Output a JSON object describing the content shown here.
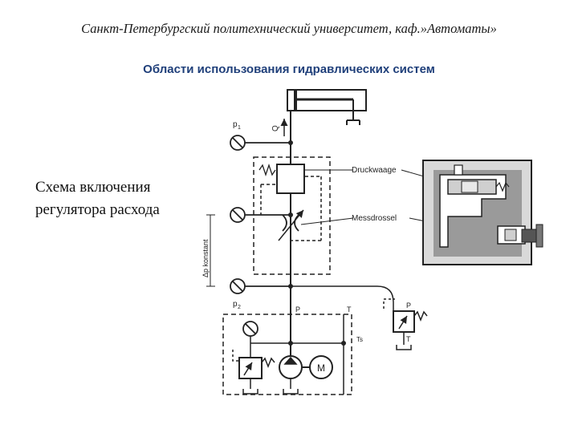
{
  "header": {
    "institution": "Санкт-Петербургский политехнический университет, каф.»Автоматы»"
  },
  "slide": {
    "title": "Области использования гидравлических систем"
  },
  "caption": {
    "line1": "Схема включения",
    "line2": "регулятора расхода"
  },
  "diagram": {
    "labels": {
      "p1": "p",
      "p1_sub": "1",
      "p2": "p",
      "p2_sub": "2",
      "flow": "Q",
      "delta_p": "Δp konstant",
      "druckwaage": "Druckwaage",
      "messdrossel": "Messdrossel",
      "port_p_main": "P",
      "port_t_main": "T",
      "port_ts": "Ts",
      "relief_p": "P",
      "relief_t": "T",
      "motor": "M"
    }
  }
}
